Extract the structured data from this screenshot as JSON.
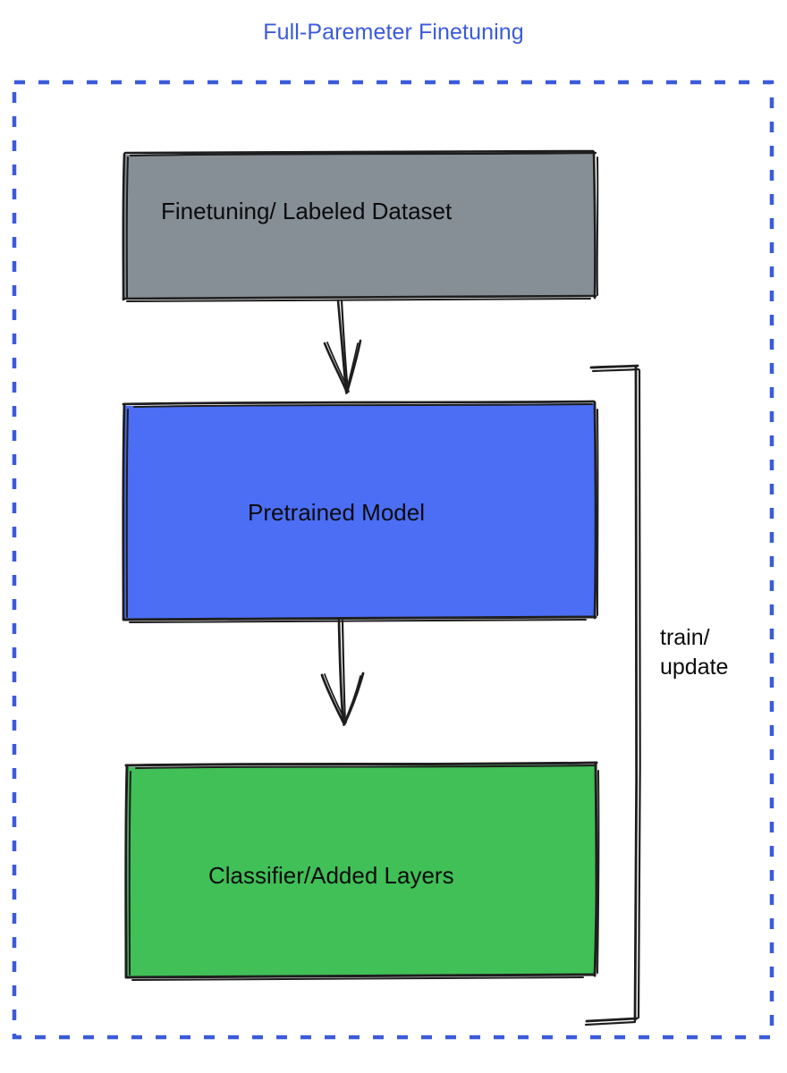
{
  "diagram": {
    "title": "Full-Paremeter Finetuning",
    "title_color": "#3b5bdb",
    "frame": {
      "style": "dashed",
      "color": "#3b5bdb"
    },
    "nodes": [
      {
        "id": "dataset",
        "label": "Finetuning/ Labeled Dataset",
        "fill": "#868e96",
        "stroke": "#1e1e1e"
      },
      {
        "id": "pretrained",
        "label": "Pretrained Model",
        "fill": "#4c6ef5",
        "stroke": "#1e1e1e"
      },
      {
        "id": "classifier",
        "label": "Classifier/Added Layers",
        "fill": "#40c057",
        "stroke": "#1e1e1e"
      }
    ],
    "edges": [
      {
        "id": "dataset-to-pretrained",
        "from": "dataset",
        "to": "pretrained",
        "label": "",
        "arrowhead": true
      },
      {
        "id": "pretrained-to-classifier",
        "from": "pretrained",
        "to": "classifier",
        "label": "",
        "arrowhead": true
      },
      {
        "id": "feedback-loop",
        "from": "classifier",
        "to": "pretrained",
        "label": "train/\nupdate",
        "arrowhead": false
      }
    ]
  }
}
